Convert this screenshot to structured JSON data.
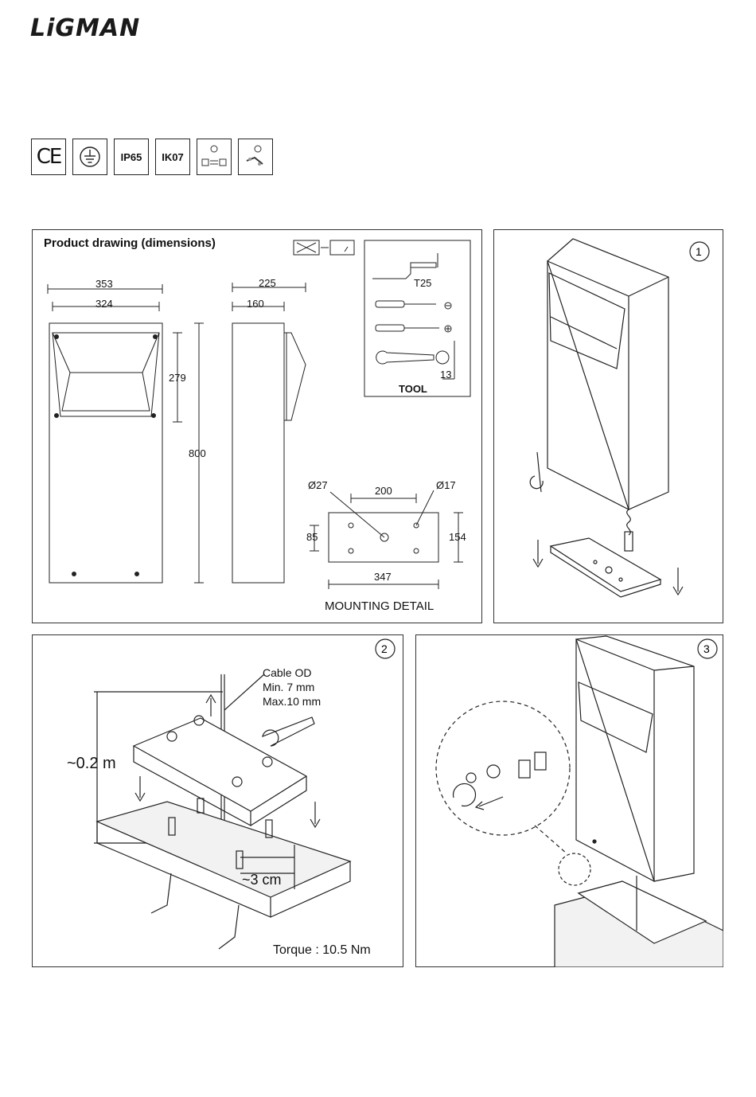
{
  "brand": "LiGMAN",
  "certifications": [
    {
      "label": "CE",
      "icon": "ce-mark-icon"
    },
    {
      "label": "",
      "icon": "earth-ground-icon"
    },
    {
      "label": "IP65",
      "icon": "ip65-badge"
    },
    {
      "label": "IK07",
      "icon": "ik07-badge"
    },
    {
      "label": "",
      "icon": "wiring-convert-icon"
    },
    {
      "label": "",
      "icon": "installer-icon"
    }
  ],
  "drawing_panel": {
    "title": "Product drawing (dimensions)",
    "front_view": {
      "outer_width": "353",
      "inner_width": "324",
      "window_height": "279",
      "total_height": "800"
    },
    "side_view": {
      "outer_depth": "225",
      "inner_depth": "160"
    },
    "mounting": {
      "hole_large": "Ø27",
      "hole_spacing": "200",
      "hole_small": "Ø17",
      "height_left": "85",
      "height_right": "154",
      "width": "347",
      "caption": "MOUNTING DETAIL"
    },
    "tools": {
      "torx": "T25",
      "wrench": "13",
      "caption": "TOOL"
    }
  },
  "steps": [
    {
      "number": "1"
    },
    {
      "number": "2",
      "cable_od_title": "Cable OD",
      "cable_min": "Min. 7 mm",
      "cable_max": "Max.10 mm",
      "height": "~0.2 m",
      "depth": "~3 cm",
      "torque": "Torque : 10.5 Nm"
    },
    {
      "number": "3"
    }
  ]
}
